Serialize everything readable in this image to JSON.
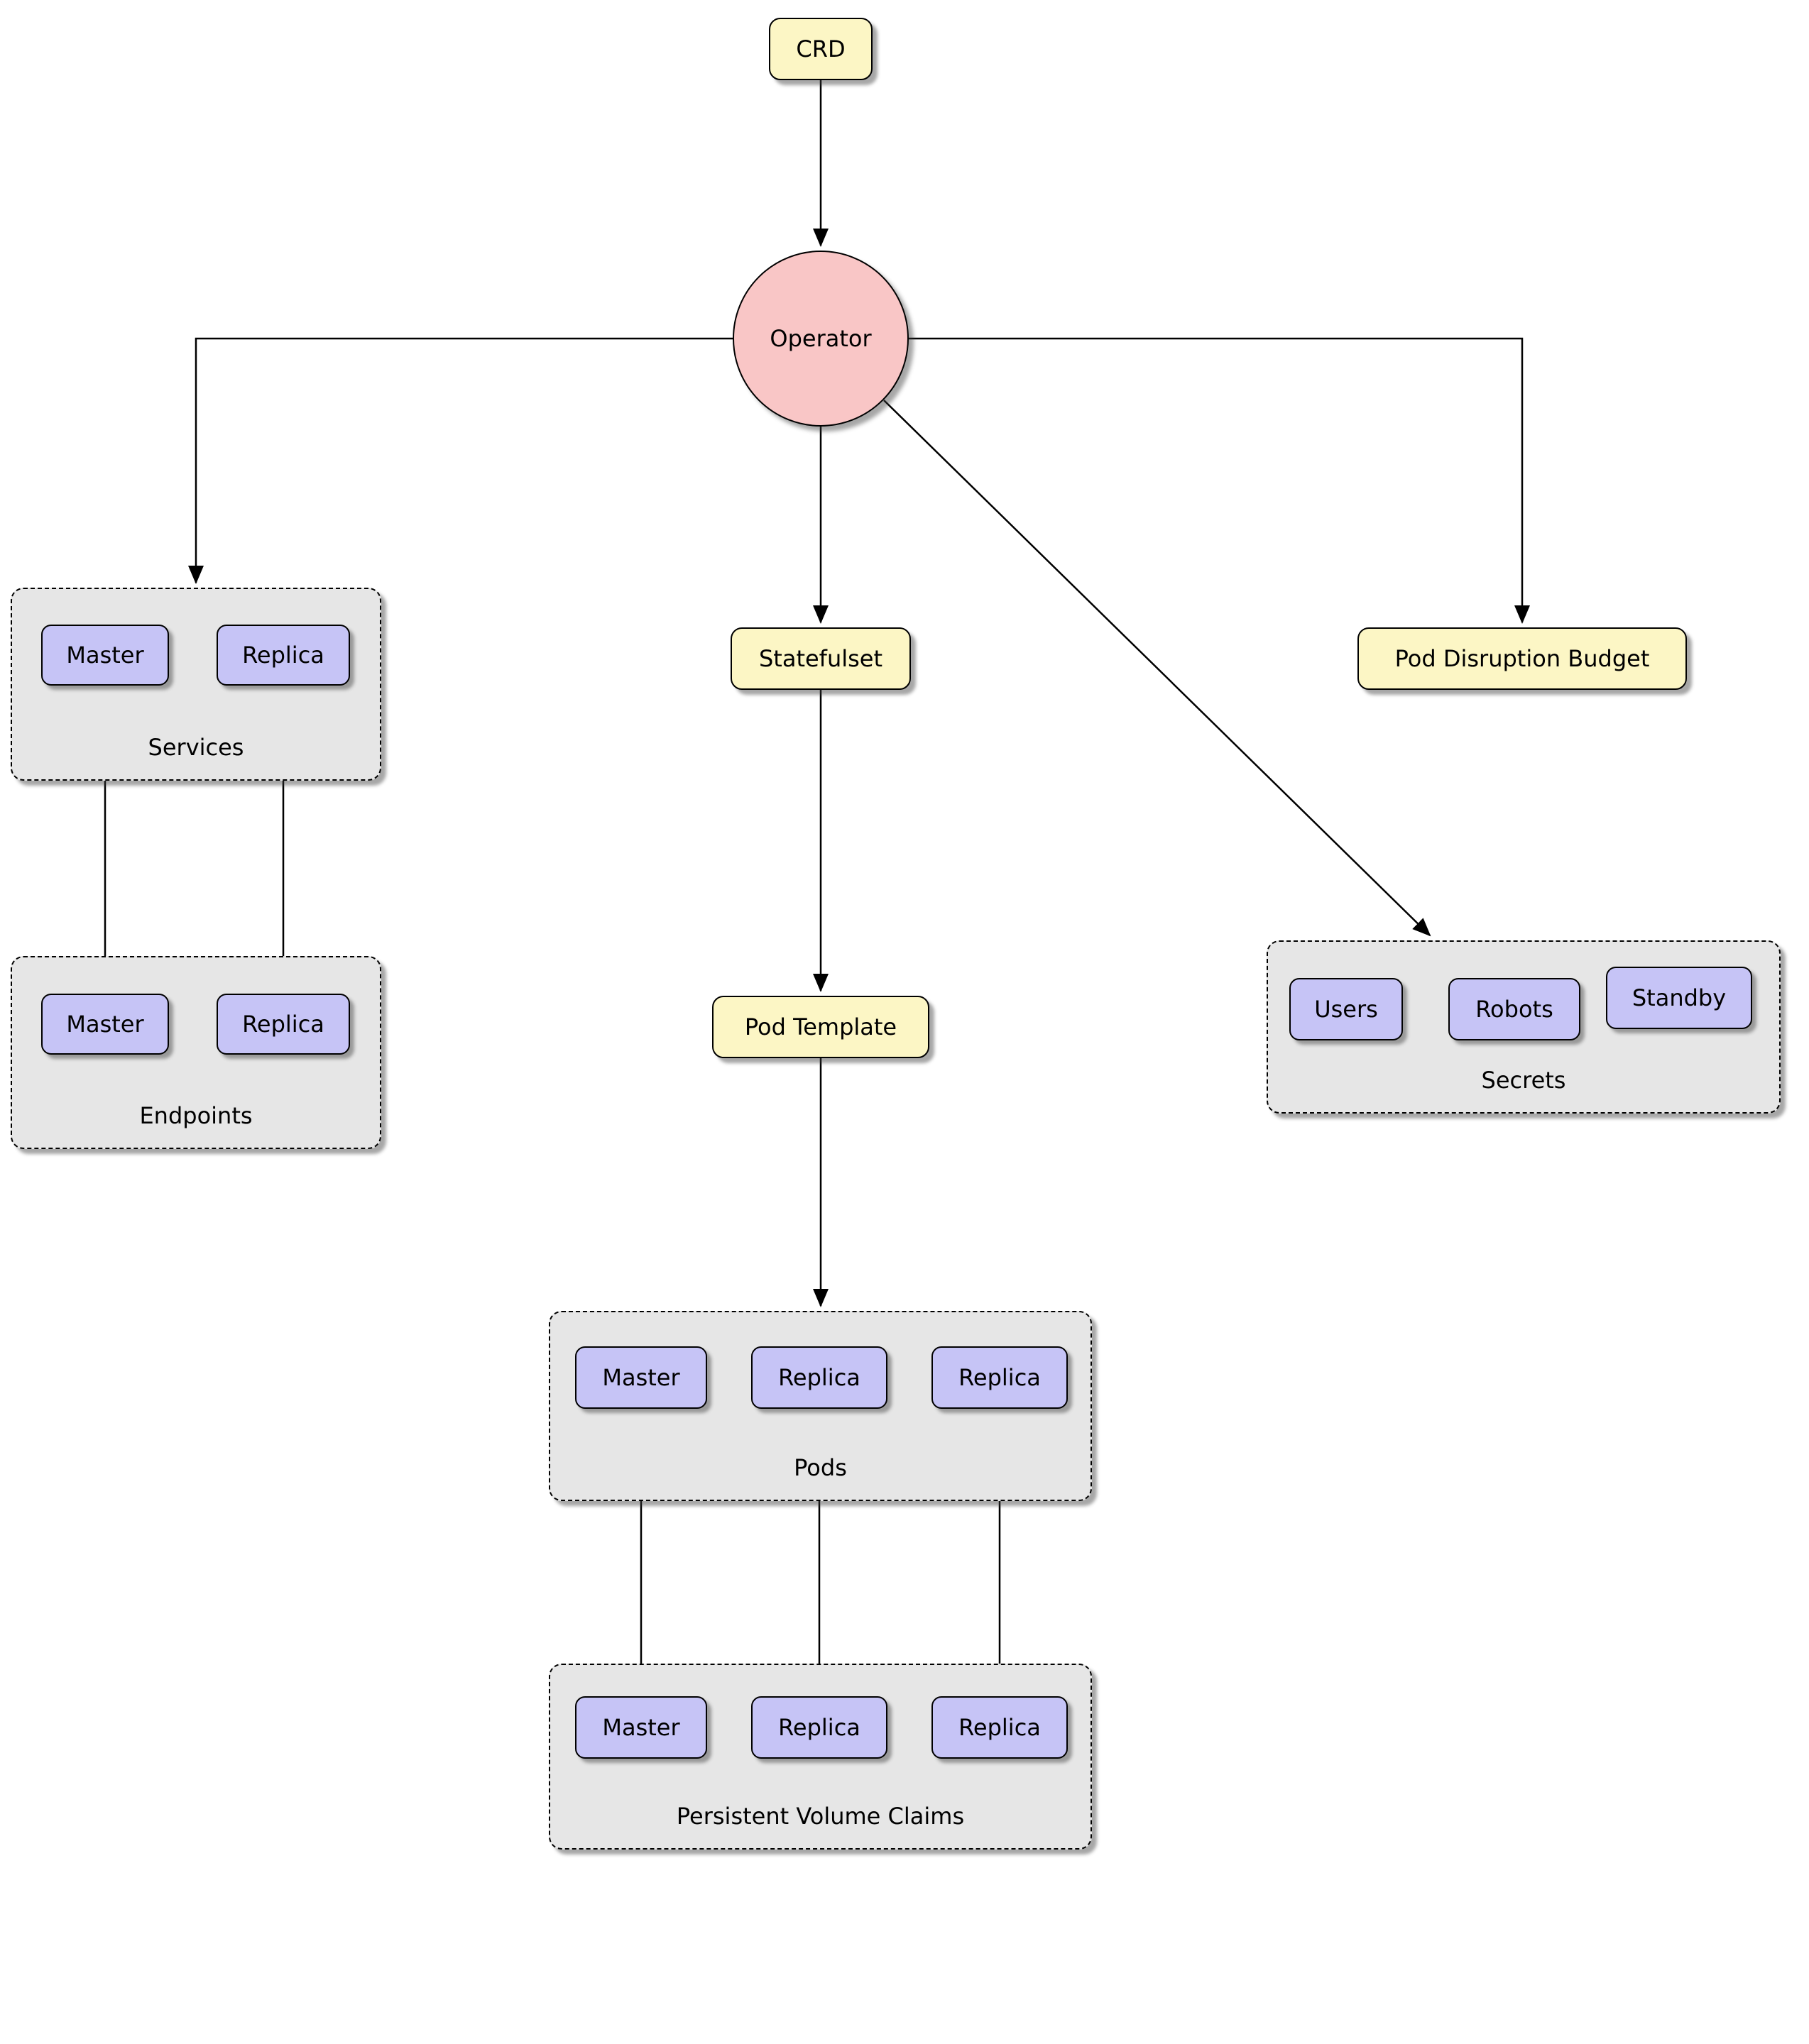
{
  "diagram": {
    "type": "kubernetes-operator-architecture",
    "nodes": {
      "crd": "CRD",
      "operator": "Operator",
      "statefulset": "Statefulset",
      "pod_template": "Pod Template",
      "pod_disruption_budget": "Pod Disruption Budget"
    },
    "groups": {
      "services": {
        "label": "Services",
        "items": [
          "Master",
          "Replica"
        ]
      },
      "endpoints": {
        "label": "Endpoints",
        "items": [
          "Master",
          "Replica"
        ]
      },
      "pods": {
        "label": "Pods",
        "items": [
          "Master",
          "Replica",
          "Replica"
        ]
      },
      "persistent_volume_claims": {
        "label": "Persistent Volume Claims",
        "items": [
          "Master",
          "Replica",
          "Replica"
        ]
      },
      "secrets": {
        "label": "Secrets",
        "items": [
          "Users",
          "Robots",
          "Standby"
        ]
      }
    },
    "edges": [
      "CRD -> Operator",
      "Operator -> Services",
      "Operator -> Statefulset",
      "Operator -> Pod Disruption Budget",
      "Operator -> Secrets",
      "Statefulset -> Pod Template",
      "Pod Template -> Pods",
      "Services.Master -> Endpoints.Master",
      "Services.Replica -> Endpoints.Replica",
      "Pods.Master -> PVC.Master",
      "Pods.Replica -> PVC.Replica",
      "Pods.Replica2 -> PVC.Replica2"
    ],
    "colors": {
      "yellow_node": "#FCF6C5",
      "purple_node": "#C6C4F6",
      "operator_pink": "#F9C6C6",
      "group_gray": "#E6E6E6",
      "border": "#000000",
      "background": "#FFFFFF"
    }
  }
}
